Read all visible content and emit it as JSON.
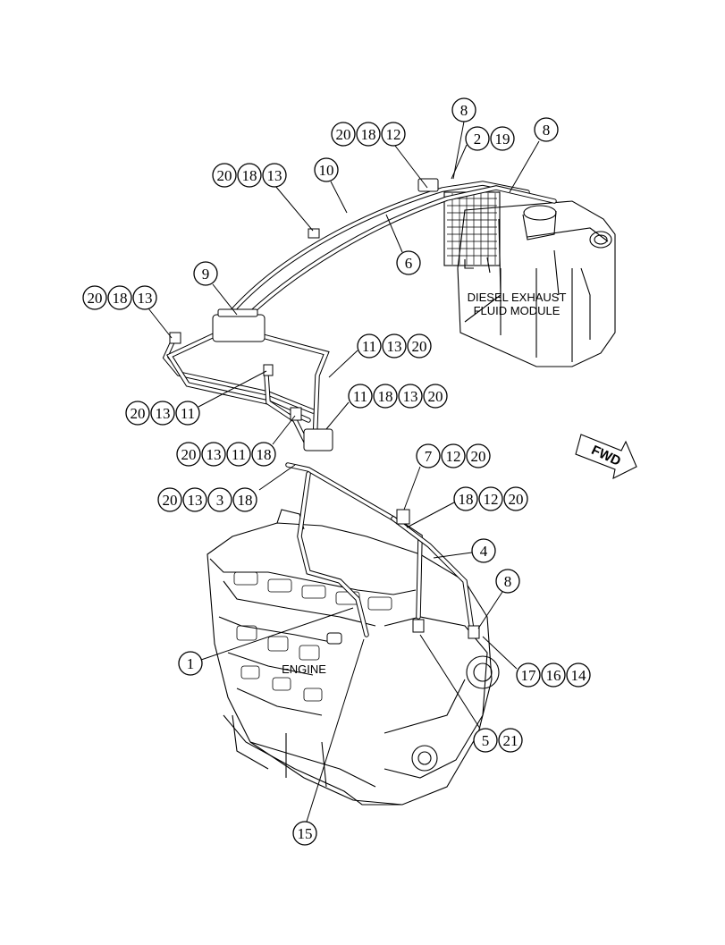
{
  "labels": {
    "module_line1": "DIESEL EXHAUST",
    "module_line2": "FLUID MODULE",
    "engine": "ENGINE",
    "fwd": "FWD"
  },
  "callouts": [
    {
      "id": "c-20-18-12",
      "items": [
        "20",
        "18",
        "12"
      ]
    },
    {
      "id": "c-8-top",
      "items": [
        "8"
      ]
    },
    {
      "id": "c-2-19",
      "items": [
        "2",
        "19"
      ]
    },
    {
      "id": "c-8-right",
      "items": [
        "8"
      ]
    },
    {
      "id": "c-20-18-13-top",
      "items": [
        "20",
        "18",
        "13"
      ]
    },
    {
      "id": "c-10",
      "items": [
        "10"
      ]
    },
    {
      "id": "c-6",
      "items": [
        "6"
      ]
    },
    {
      "id": "c-9",
      "items": [
        "9"
      ]
    },
    {
      "id": "c-20-18-13-left",
      "items": [
        "20",
        "18",
        "13"
      ]
    },
    {
      "id": "c-11-13-20",
      "items": [
        "11",
        "13",
        "20"
      ]
    },
    {
      "id": "c-11-18-13-20",
      "items": [
        "11",
        "18",
        "13",
        "20"
      ]
    },
    {
      "id": "c-20-13-11",
      "items": [
        "20",
        "13",
        "11"
      ]
    },
    {
      "id": "c-20-13-11-18",
      "items": [
        "20",
        "13",
        "11",
        "18"
      ]
    },
    {
      "id": "c-7-12-20",
      "items": [
        "7",
        "12",
        "20"
      ]
    },
    {
      "id": "c-20-13-3-18",
      "items": [
        "20",
        "13",
        "3",
        "18"
      ]
    },
    {
      "id": "c-18-12-20",
      "items": [
        "18",
        "12",
        "20"
      ]
    },
    {
      "id": "c-4",
      "items": [
        "4"
      ]
    },
    {
      "id": "c-8-lower",
      "items": [
        "8"
      ]
    },
    {
      "id": "c-1",
      "items": [
        "1"
      ]
    },
    {
      "id": "c-17-16-14",
      "items": [
        "17",
        "16",
        "14"
      ]
    },
    {
      "id": "c-5-21",
      "items": [
        "5",
        "21"
      ]
    },
    {
      "id": "c-15",
      "items": [
        "15"
      ]
    }
  ]
}
